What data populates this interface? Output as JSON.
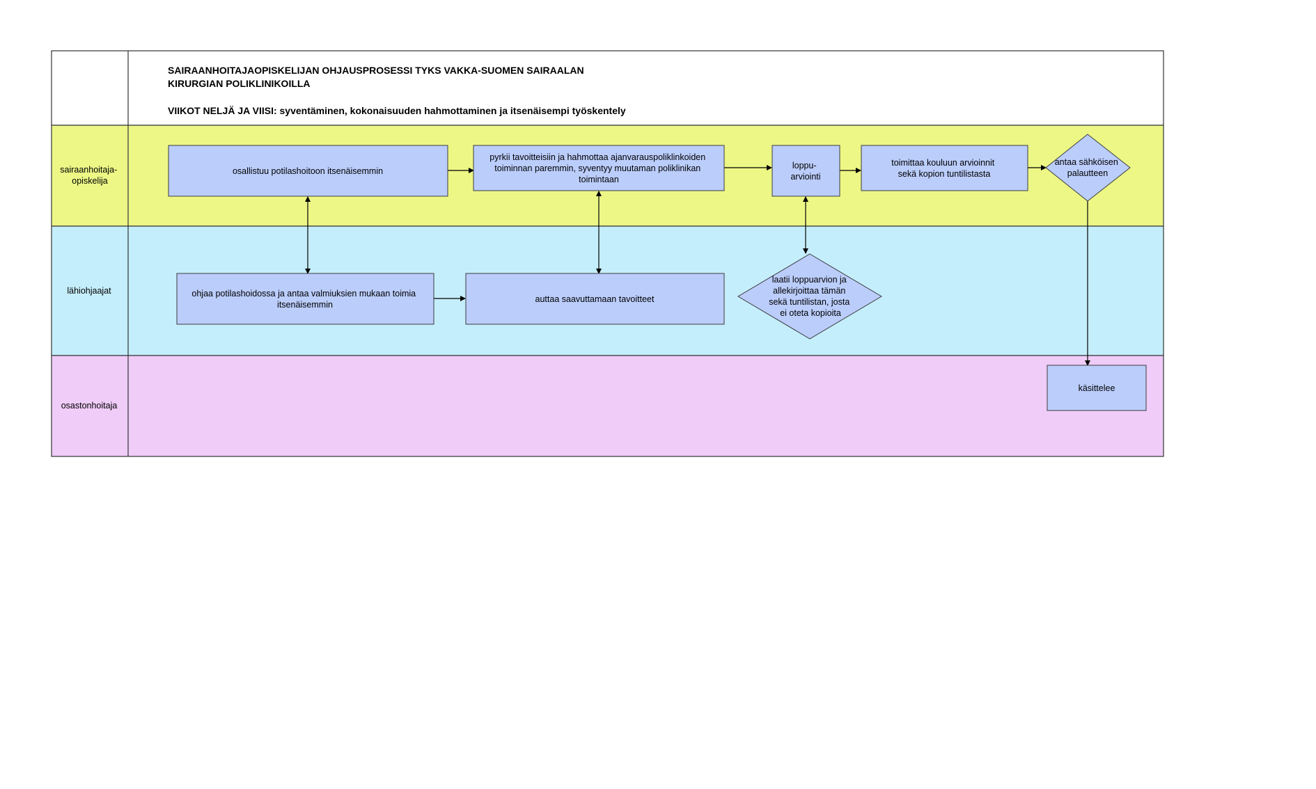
{
  "header": {
    "title_line_1": "SAIRAANHOITAJAOPISKELIJAN OHJAUSPROSESSI TYKS VAKKA-SUOMEN SAIRAALAN",
    "title_line_2": "KIRURGIAN POLIKLINIKOILLA",
    "subtitle": "VIIKOT NELJÄ JA VIISI: syventäminen, kokonaisuuden hahmottaminen ja itsenäisempi työskentely"
  },
  "lanes": [
    {
      "id": "student",
      "label_lines": [
        "sairaanhoitaja-",
        "opiskelija"
      ],
      "color": "#ecf786"
    },
    {
      "id": "mentors",
      "label_lines": [
        "lähiohjaajat"
      ],
      "color": "#c4eefb"
    },
    {
      "id": "head_nurse",
      "label_lines": [
        "osastonhoitaja"
      ],
      "color": "#f0ccf8"
    }
  ],
  "nodes": {
    "s1": {
      "lines": [
        "osallistuu potilashoitoon itsenäisemmin"
      ]
    },
    "s2": {
      "lines": [
        "pyrkii tavoitteisiin ja hahmottaa ajanvarauspoliklinkoiden",
        "toiminnan paremmin, syventyy muutaman poliklinikan",
        "toimintaan"
      ]
    },
    "s3": {
      "lines": [
        "loppu-",
        "arviointi"
      ]
    },
    "s4": {
      "lines": [
        "toimittaa kouluun arvioinnit",
        "sekä kopion tuntilistasta"
      ]
    },
    "s5": {
      "lines": [
        "antaa sähköisen",
        "palautteen"
      ]
    },
    "m1": {
      "lines": [
        "ohjaa potilashoidossa ja antaa valmiuksien mukaan toimia",
        "itsenäisemmin"
      ]
    },
    "m2": {
      "lines": [
        "auttaa saavuttamaan tavoitteet"
      ]
    },
    "m3": {
      "lines": [
        "laatii loppuarvion ja",
        "allekirjoittaa tämän",
        "sekä tuntilistan, josta",
        "ei oteta kopioita"
      ]
    },
    "h1": {
      "lines": [
        "käsittelee"
      ]
    }
  },
  "colors": {
    "node_fill": "#bbcdfb",
    "node_stroke": "#3c3c3c",
    "border": "#333333"
  }
}
